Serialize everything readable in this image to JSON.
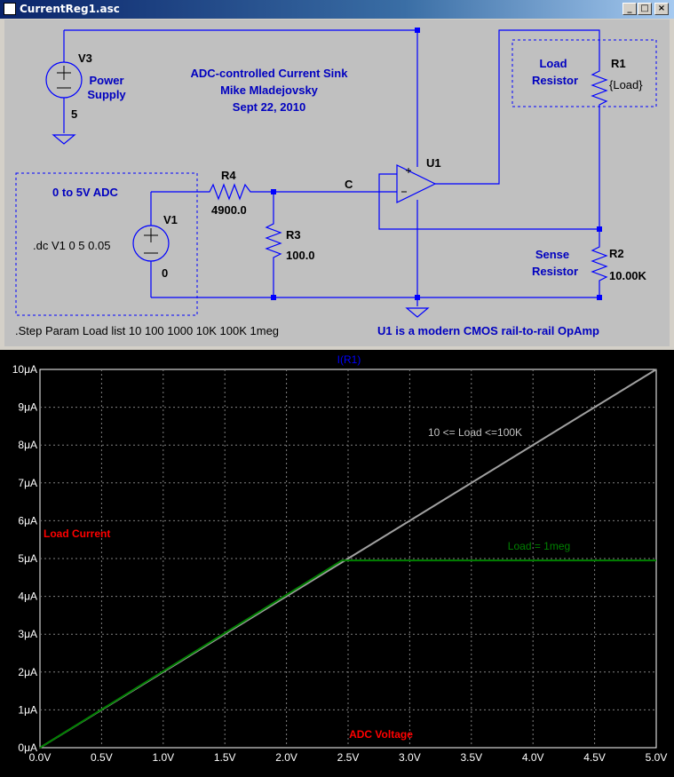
{
  "window": {
    "title": "CurrentReg1.asc",
    "min": "_",
    "max": "□",
    "close": "×"
  },
  "schematic": {
    "title_lines": [
      "ADC-controlled Current Sink",
      "Mike Mladejovsky",
      "Sept 22, 2010"
    ],
    "v3_name": "V3",
    "v3_value": "5",
    "v3_label_1": "Power",
    "v3_label_2": "Supply",
    "adc_label": "0 to 5V ADC",
    "dc_cmd": ".dc V1 0 5 0.05",
    "v1_name": "V1",
    "v1_value": "0",
    "r4_name": "R4",
    "r4_value": "4900.0",
    "r3_name": "R3",
    "r3_value": "100.0",
    "node_c": "C",
    "u1_name": "U1",
    "r1_name": "R1",
    "r1_value": "{Load}",
    "r1_label_1": "Load",
    "r1_label_2": "Resistor",
    "r2_name": "R2",
    "r2_value": "10.00K",
    "r2_label_1": "Sense",
    "r2_label_2": "Resistor",
    "step_cmd": ".Step Param Load list 10 100 1000 10K 100K 1meg",
    "note": "U1 is a modern CMOS rail-to-rail OpAmp",
    "colors": {
      "wire": "#0000ff",
      "text": "#0000c0",
      "dash": "#0000ff"
    }
  },
  "chart_data": {
    "type": "line",
    "title": "I(R1)",
    "xlabel": "ADC Voltage",
    "ylabel": "Load Current",
    "xlim": [
      0,
      5
    ],
    "ylim": [
      0,
      10
    ],
    "x_ticks": [
      "0.0V",
      "0.5V",
      "1.0V",
      "1.5V",
      "2.0V",
      "2.5V",
      "3.0V",
      "3.5V",
      "4.0V",
      "4.5V",
      "5.0V"
    ],
    "y_ticks": [
      "0μA",
      "1μA",
      "2μA",
      "3μA",
      "4μA",
      "5μA",
      "6μA",
      "7μA",
      "8μA",
      "9μA",
      "10μA"
    ],
    "grid": true,
    "series": [
      {
        "name": "10 <= Load <=100K",
        "color": "#a0a0a0",
        "x": [
          0,
          2.5,
          5.0
        ],
        "y": [
          0,
          5,
          10
        ]
      },
      {
        "name": "Load = 1meg",
        "color": "#008000",
        "x": [
          0,
          2.45,
          5.0
        ],
        "y": [
          0,
          4.95,
          4.95
        ]
      }
    ]
  }
}
